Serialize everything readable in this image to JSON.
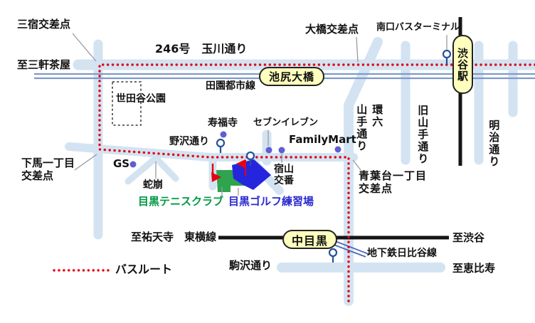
{
  "stations": {
    "ikejiri_ohashi": "池尻大橋",
    "shibuya": "渋谷駅",
    "naka_meguro": "中目黒"
  },
  "labels": {
    "misyuku_kosaten": "三宿交差点",
    "to_sangenjaya": "至三軒茶屋",
    "route246_tamagawa": "246号　玉川通り",
    "ohashi_kosaten": "大橋交差点",
    "minamiguchi_bus_terminal": "南口バスターミナル",
    "denentoshi_line": "田園都市線",
    "setagaya_park": "世田谷公園",
    "jufukuji": "寿福寺",
    "nozawa_dori": "野沢通り",
    "seven_eleven": "セブンイレブン",
    "family_mart": "FamilyMart",
    "gs": "GS",
    "jakuzure": "蛇崩",
    "koban_l1": "宿山",
    "koban_l2": "交番",
    "shimouma_l1": "下馬一丁目",
    "shimouma_l2": "交差点",
    "aobadai_l1": "青葉台一丁目",
    "aobadai_l2": "交差点",
    "kanroku": "環六",
    "yamate_dori": "山手通り",
    "kyu_yamate_dori": "旧山手通り",
    "meiji_dori": "明治通り",
    "meguro_tennis_club": "目黒テニスクラブ",
    "meguro_golf_range": "目黒ゴルフ練習場",
    "toyoko_line": "至祐天寺　東横線",
    "to_shibuya": "至渋谷",
    "hibiya_line": "地下鉄日比谷線",
    "komazawa_dori": "駒沢通り",
    "to_ebisu": "至恵比寿"
  },
  "legend": {
    "bus_route": "バスルート"
  },
  "icons": {
    "bus_stop": "lollipop-circle-on-stem",
    "poi": "round-dot",
    "golf_flag": "red-pennant-flag",
    "entrance_arrow": "red-turn-arrow"
  },
  "colors": {
    "road": "#d3e3f1",
    "bus_route_red": "#e60012",
    "rail_blue": "#8099c8",
    "rail_black": "#151515",
    "poi_dot": "#5f5fd0",
    "bus_stop_blue": "#24509e",
    "tennis_green": "#009944",
    "golf_blue": "#2a2ad0",
    "badge_yellow": "#ffffbe"
  }
}
